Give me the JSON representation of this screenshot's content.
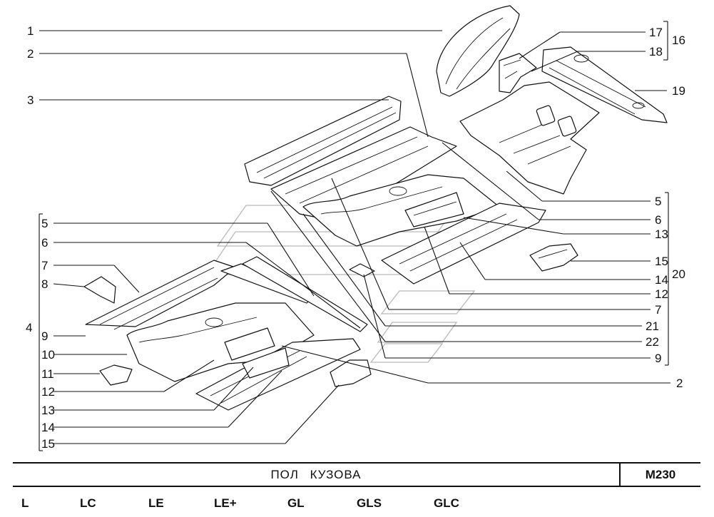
{
  "diagram": {
    "left_callouts": [
      "1",
      "2",
      "3",
      "5",
      "6",
      "7",
      "8",
      "4",
      "9",
      "10",
      "11",
      "12",
      "13",
      "14",
      "15"
    ],
    "right_callouts": [
      "17",
      "18",
      "16",
      "19",
      "5",
      "6",
      "13",
      "15",
      "20",
      "14",
      "12",
      "7",
      "21",
      "22",
      "9",
      "2"
    ]
  },
  "footer": {
    "title": "ПОЛ   КУЗОВА",
    "code": "M230"
  },
  "variants": [
    "L",
    "LC",
    "LE",
    "LE+",
    "GL",
    "GLS",
    "GLC"
  ]
}
